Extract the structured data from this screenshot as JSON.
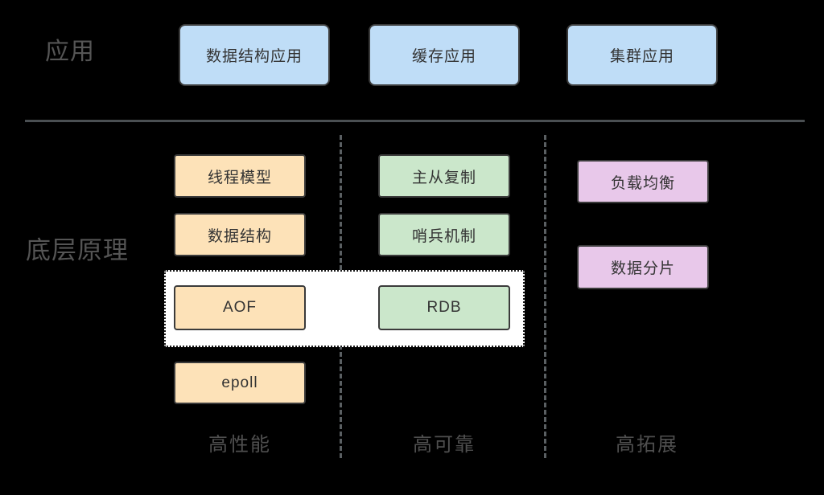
{
  "diagram": {
    "background_color": "#000000",
    "title_rows": [
      {
        "id": "app",
        "label": "应用"
      },
      {
        "id": "core",
        "label": "底层原理"
      }
    ],
    "divider": {
      "color": "#4a4f52"
    },
    "vertical_guides": {
      "color": "#5a5f62",
      "style": "dashed",
      "count": 2
    },
    "columns": [
      {
        "id": "perf",
        "footer": "高性能"
      },
      {
        "id": "rely",
        "footer": "高可靠"
      },
      {
        "id": "scale",
        "footer": "高拓展"
      }
    ],
    "application_nodes": [
      {
        "label": "数据结构应用",
        "fill": "#bfddf7",
        "stroke": "#3b3b3b"
      },
      {
        "label": "缓存应用",
        "fill": "#bfddf7",
        "stroke": "#3b3b3b"
      },
      {
        "label": "集群应用",
        "fill": "#bfddf7",
        "stroke": "#3b3b3b"
      }
    ],
    "principle_nodes": {
      "performance": [
        {
          "label": "线程模型",
          "fill": "#fde2b8",
          "stroke": "#3b3b3b"
        },
        {
          "label": "数据结构",
          "fill": "#fde2b8",
          "stroke": "#3b3b3b"
        },
        {
          "label": "AOF",
          "fill": "#fde2b8",
          "stroke": "#3b3b3b",
          "highlighted": true
        },
        {
          "label": "epoll",
          "fill": "#fde2b8",
          "stroke": "#3b3b3b"
        }
      ],
      "reliability": [
        {
          "label": "主从复制",
          "fill": "#cbe7cb",
          "stroke": "#3b3b3b"
        },
        {
          "label": "哨兵机制",
          "fill": "#cbe7cb",
          "stroke": "#3b3b3b"
        },
        {
          "label": "RDB",
          "fill": "#cbe7cb",
          "stroke": "#3b3b3b",
          "highlighted": true
        }
      ],
      "scalability": [
        {
          "label": "负载均衡",
          "fill": "#e8c8ea",
          "stroke": "#3b3b3b"
        },
        {
          "label": "数据分片",
          "fill": "#e8c8ea",
          "stroke": "#3b3b3b"
        }
      ]
    },
    "highlight_band": {
      "fill": "#ffffff",
      "border_color": "#1a1a1a",
      "border_style": "dotted",
      "contains": [
        "AOF",
        "RDB"
      ]
    }
  }
}
